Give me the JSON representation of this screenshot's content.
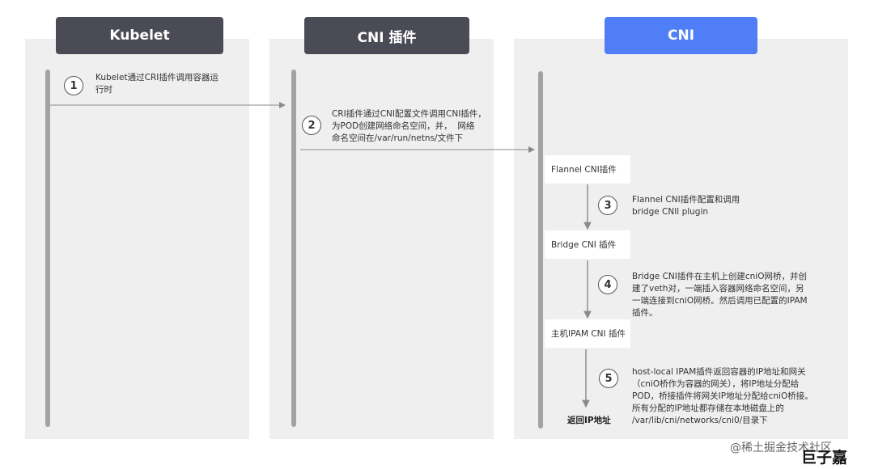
{
  "lanes": {
    "kubelet": "Kubelet",
    "cni_plugin": "CNI 插件",
    "cni": "CNI"
  },
  "steps": [
    {
      "num": "1",
      "text": "Kubelet通过CRI插件调用容器运\n行时"
    },
    {
      "num": "2",
      "text": "CRI插件通过CNI配置文件调用CNI插件，\n为POD创建网络命名空间，并，  网络\n命名空间在/var/run/netns/文件下"
    },
    {
      "num": "3",
      "text": "Flannel CNI插件配置和调用\nbridge CNIl plugin"
    },
    {
      "num": "4",
      "text": "Bridge CNI插件在主机上创建cniO网桥，并创\n建了veth对，一端插入容器网络命名空间，另\n一端连接到cniO网桥。然后调用已配置的IPAM\n插件。"
    },
    {
      "num": "5",
      "text": "host-local IPAM插件返回容器的IP地址和网关\n（cniO桥作为容器的网关），将IP地址分配给\nPOD，桥接插件将网关IP地址分配给cniO桥接。\n所有分配的IP地址都存储在本地磁盘上的\n/var/lib/cni/networks/cni0/目录下"
    }
  ],
  "boxes": {
    "flannel": "Flannel CNI插件",
    "bridge": "Bridge CNI 插件",
    "ipam": "主机IPAM CNI 插件"
  },
  "final_label": "返回IP地址",
  "watermark": {
    "line1": "@稀土掘金技术社区",
    "line2": "巨子嘉"
  },
  "colors": {
    "header_dark": "#4a4b55",
    "header_blue": "#4f7ef7",
    "lane_bg": "#efefef",
    "bar": "#a3a3a3",
    "arrow": "#8a8a8a"
  }
}
